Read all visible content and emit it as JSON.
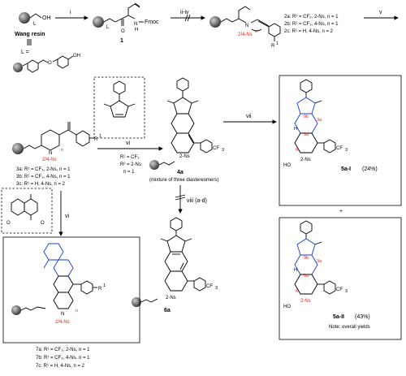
{
  "reagents": {
    "i": "i",
    "ii_iv": "ii-iv",
    "v": "v",
    "vi": "vi",
    "vii": "vii",
    "viii": "viii (a-d)"
  },
  "resin": {
    "label": "Wang resin",
    "oh": "OH",
    "linker_label": "L =",
    "linker_oh": "OH",
    "l_sub": "L",
    "o_atom": "O"
  },
  "compound1": {
    "number": "1",
    "nh": "N",
    "h": "H",
    "fmoc": "Fmoc",
    "o": "O",
    "l": "L"
  },
  "compound2": {
    "ns_label": "2/4-Ns",
    "n_atom": "N",
    "n_sub": "n",
    "r1": "R",
    "r1_sup": "1",
    "labels": [
      "2a: R¹ = CF₃, 2-Ns, n = 1",
      "2b: R¹ = CF₃, 4-Ns, n = 1",
      "2c: R¹ = H, 4-Ns, n = 2"
    ]
  },
  "compound3": {
    "ns_label": "2/4-Ns",
    "n_atom": "N",
    "n_sub": "n",
    "r1": "R",
    "r1_sup": "1",
    "labels": [
      "3a: R¹ = CF₃, 2-Ns, n = 1",
      "3b: R¹ = CF₃, 4-Ns, n = 1",
      "3c: R¹ = H, 4-Ns, n = 2"
    ]
  },
  "conditions": {
    "r1": "R¹ = CF₃",
    "r2": "R² = 2-Ns",
    "n": "n = 1"
  },
  "compound4": {
    "number": "4a",
    "note": "(mixture of three diastereomers)",
    "ns": "2-Ns",
    "cf3": "CF",
    "cf3_sub": "3"
  },
  "compound5": {
    "label_i": "5a-I",
    "yield_i": "(24%)",
    "label_ii": "5a-II",
    "yield_ii": "(43%)",
    "note": "Note: overall yields",
    "plus": "+",
    "ns": "2-Ns",
    "ho": "HO",
    "stereo_9b": "9b",
    "stereo_3a": "3a",
    "stereo_9a": "9a",
    "stereo_6": "6",
    "h": "H"
  },
  "compound6": {
    "number": "6a",
    "ns": "2-Ns",
    "cf3": "CF",
    "cf3_sub": "3"
  },
  "compound7": {
    "ns_label": "2/4-Ns",
    "n_atom": "N",
    "n_sub": "n",
    "r1": "R",
    "r1_sup": "1",
    "labels": [
      "7a: R¹ = CF₃, 2-Ns, n = 1",
      "7b: R¹ = CF₃, 4-Ns, n = 1",
      "7c: R¹ = H, 4-Ns, n = 2"
    ]
  },
  "colors": {
    "red": "#d42b1e",
    "blue": "#1a3bd6"
  }
}
